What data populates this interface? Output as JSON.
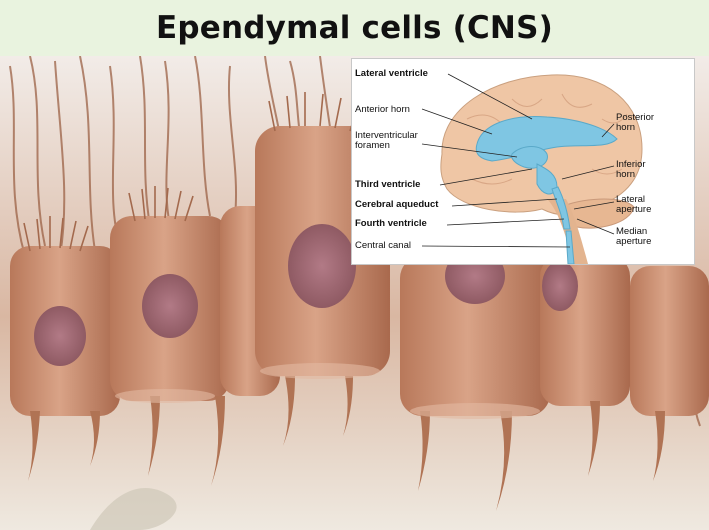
{
  "slide": {
    "title": "Ependymal cells (CNS)",
    "photo": {
      "icon": "ependymal-cells-illustration",
      "colors": {
        "cell": "#c98d6e",
        "nucleus": "#a96a78",
        "background": "#f4ece6"
      }
    },
    "inset": {
      "icon": "brain-ventricles-diagram",
      "colors": {
        "brain": "#eec9a9",
        "ventricles": "#7fc6e3",
        "lines": "#222222"
      },
      "labels": {
        "lateral_ventricle": "Lateral ventricle",
        "anterior_horn": "Anterior horn",
        "interventricular_foramen": "Interventricular\nforamen",
        "third_ventricle": "Third ventricle",
        "cerebral_aqueduct": "Cerebral aqueduct",
        "fourth_ventricle": "Fourth ventricle",
        "central_canal": "Central canal",
        "posterior_horn": "Posterior\nhorn",
        "inferior_horn": "Inferior\nhorn",
        "lateral_aperture": "Lateral\naperture",
        "median_aperture": "Median\naperture"
      }
    }
  }
}
